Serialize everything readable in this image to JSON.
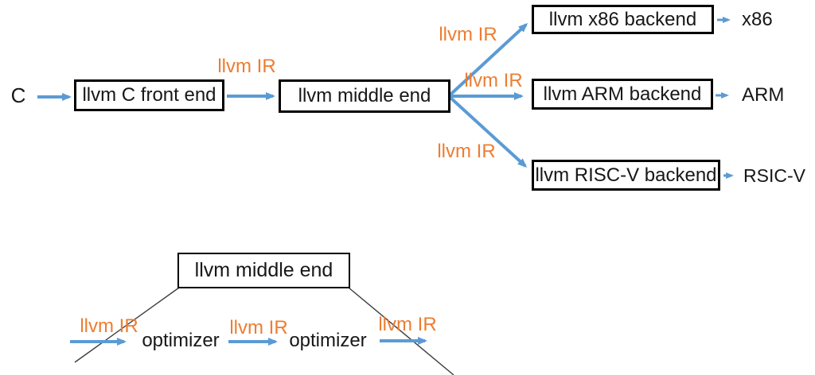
{
  "colors": {
    "arrow_blue": "#5B9BD5",
    "ir_orange": "#ED7D31",
    "box_border": "#000000",
    "text": "#171717",
    "connector_gray": "#3d3d3d",
    "background": "#ffffff"
  },
  "pipeline": {
    "input_label": "C",
    "frontend_box_label": "llvm C front end",
    "ir_label_frontend_to_middle": "llvm IR",
    "middle_box_label": "llvm middle end",
    "branches": [
      {
        "ir_label": "llvm IR",
        "box_label": "llvm x86 backend",
        "output_label": "x86"
      },
      {
        "ir_label": "llvm IR",
        "box_label": "llvm ARM backend",
        "output_label": "ARM"
      },
      {
        "ir_label": "llvm IR",
        "box_label": "llvm RISC-V backend",
        "output_label": "RSIC-V"
      }
    ]
  },
  "middle_end_detail": {
    "box_label": "llvm middle end",
    "ir_labels": [
      "llvm IR",
      "llvm IR",
      "llvm IR"
    ],
    "optimizers": [
      "optimizer",
      "optimizer"
    ]
  }
}
